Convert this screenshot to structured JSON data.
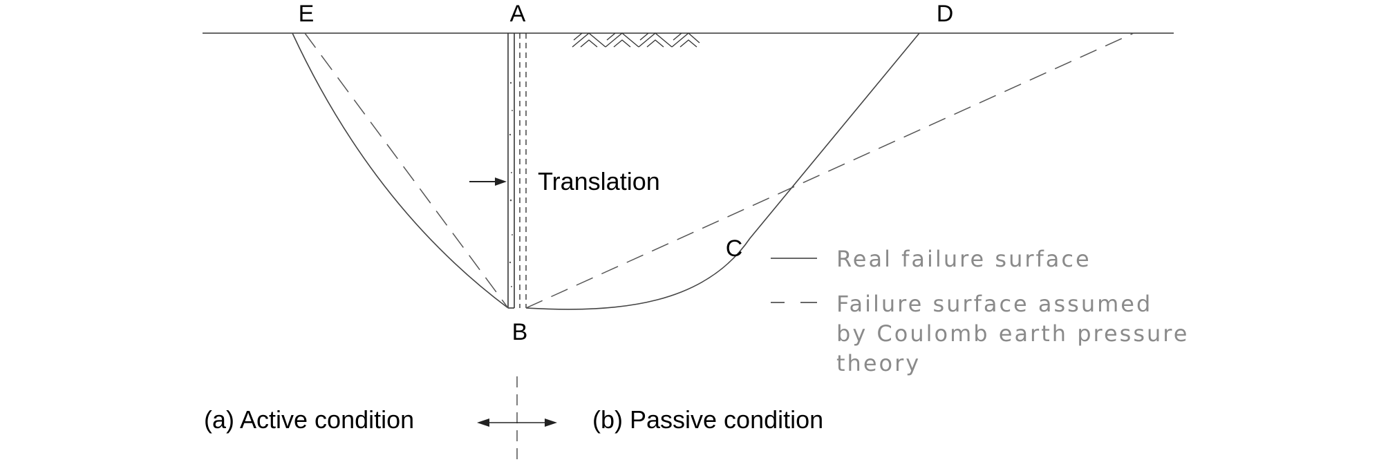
{
  "points": {
    "E": "E",
    "A": "A",
    "D": "D",
    "B": "B",
    "C": "C"
  },
  "movement_label": "Translation",
  "legend": {
    "solid_label": "Real failure surface",
    "dashed_label_lines": [
      "Failure surface assumed",
      "by Coulomb earth pressure",
      "theory"
    ]
  },
  "captions": {
    "active": "(a) Active condition",
    "passive": "(b) Passive condition"
  }
}
